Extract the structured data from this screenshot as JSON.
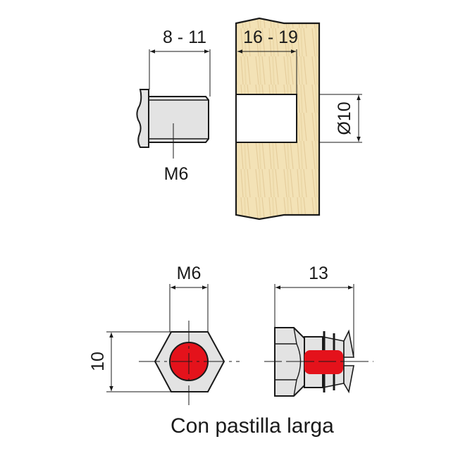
{
  "diagram": {
    "bolt_side_view": {
      "length_label": "8 - 11",
      "thread_label": "M6"
    },
    "wood_panel": {
      "depth_label": "16 - 19",
      "hole_diameter_label": "Ø10"
    },
    "hex_front_view": {
      "thread_label": "M6",
      "height_label": "10"
    },
    "connector_side_view": {
      "length_label": "13"
    },
    "caption": "Con pastilla larga",
    "colors": {
      "outline": "#1a1a1a",
      "metal": "#e3e3e3",
      "wood": "#f2dfb0",
      "wood_grain": "#ddc088",
      "insert": "#e4121b"
    }
  }
}
